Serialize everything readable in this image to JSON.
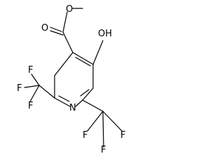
{
  "molecule": {
    "atoms": {
      "ester_carbonyl_o": "O",
      "ester_ether_o": "O",
      "hydroxyl": "OH",
      "ring_n": "N",
      "cf3_left_f_top": "F",
      "cf3_left_f_left": "F",
      "cf3_left_f_bottom": "F",
      "cf3_right_f_left": "F",
      "cf3_right_f_right": "F",
      "cf3_right_f_bottom": "F"
    },
    "colors": {
      "bond": "#000000",
      "label": "#000000",
      "background": "#ffffff"
    }
  }
}
